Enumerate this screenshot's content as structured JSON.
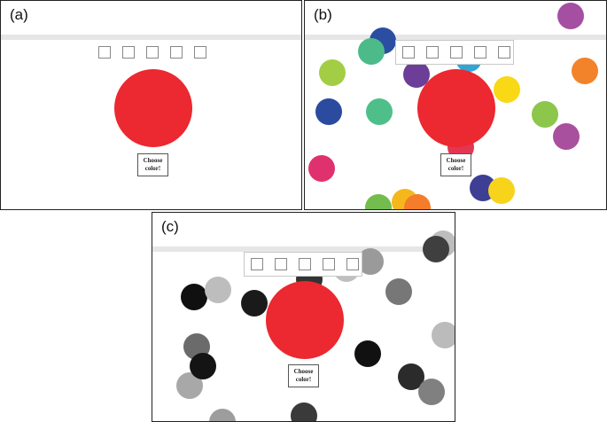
{
  "panels": [
    {
      "id": "a",
      "label": "(a)",
      "target_color": "#ec2830",
      "button_label": "Choose\ncolor!",
      "dots": []
    },
    {
      "id": "b",
      "label": "(b)",
      "target_color": "#ec2830",
      "button_label": "Choose\ncolor!",
      "dots": [
        {
          "color": "#a54fa3"
        },
        {
          "color": "#2c4ea2"
        },
        {
          "color": "#4dba8a"
        },
        {
          "color": "#a4cd46"
        },
        {
          "color": "#6c3e97"
        },
        {
          "color": "#2fa6d8"
        },
        {
          "color": "#f9d816"
        },
        {
          "color": "#f2832a"
        },
        {
          "color": "#8cc64b"
        },
        {
          "color": "#2b4b9f"
        },
        {
          "color": "#4fbf8a"
        },
        {
          "color": "#a84f9d"
        },
        {
          "color": "#e0316f"
        },
        {
          "color": "#e23752"
        },
        {
          "color": "#3c3f93"
        },
        {
          "color": "#f8d31b"
        },
        {
          "color": "#f5b81c"
        },
        {
          "color": "#f47c2a"
        },
        {
          "color": "#73bd4e"
        }
      ]
    },
    {
      "id": "c",
      "label": "(c)",
      "target_color": "#ec2830",
      "button_label": "Choose\ncolor!",
      "dots": [
        {
          "color": "#bdbdbd"
        },
        {
          "color": "#3f3f3f"
        },
        {
          "color": "#9a9a9a"
        },
        {
          "color": "#bfbfbf"
        },
        {
          "color": "#101010"
        },
        {
          "color": "#bdbdbd"
        },
        {
          "color": "#1a1a1a"
        },
        {
          "color": "#777777"
        },
        {
          "color": "#bbbbbb"
        },
        {
          "color": "#6b6b6b"
        },
        {
          "color": "#111111"
        },
        {
          "color": "#a8a8a8"
        },
        {
          "color": "#141414"
        },
        {
          "color": "#2b2b2b"
        },
        {
          "color": "#808080"
        },
        {
          "color": "#9d9d9d"
        },
        {
          "color": "#3a3a3a"
        },
        {
          "color": "#333333"
        }
      ]
    }
  ]
}
